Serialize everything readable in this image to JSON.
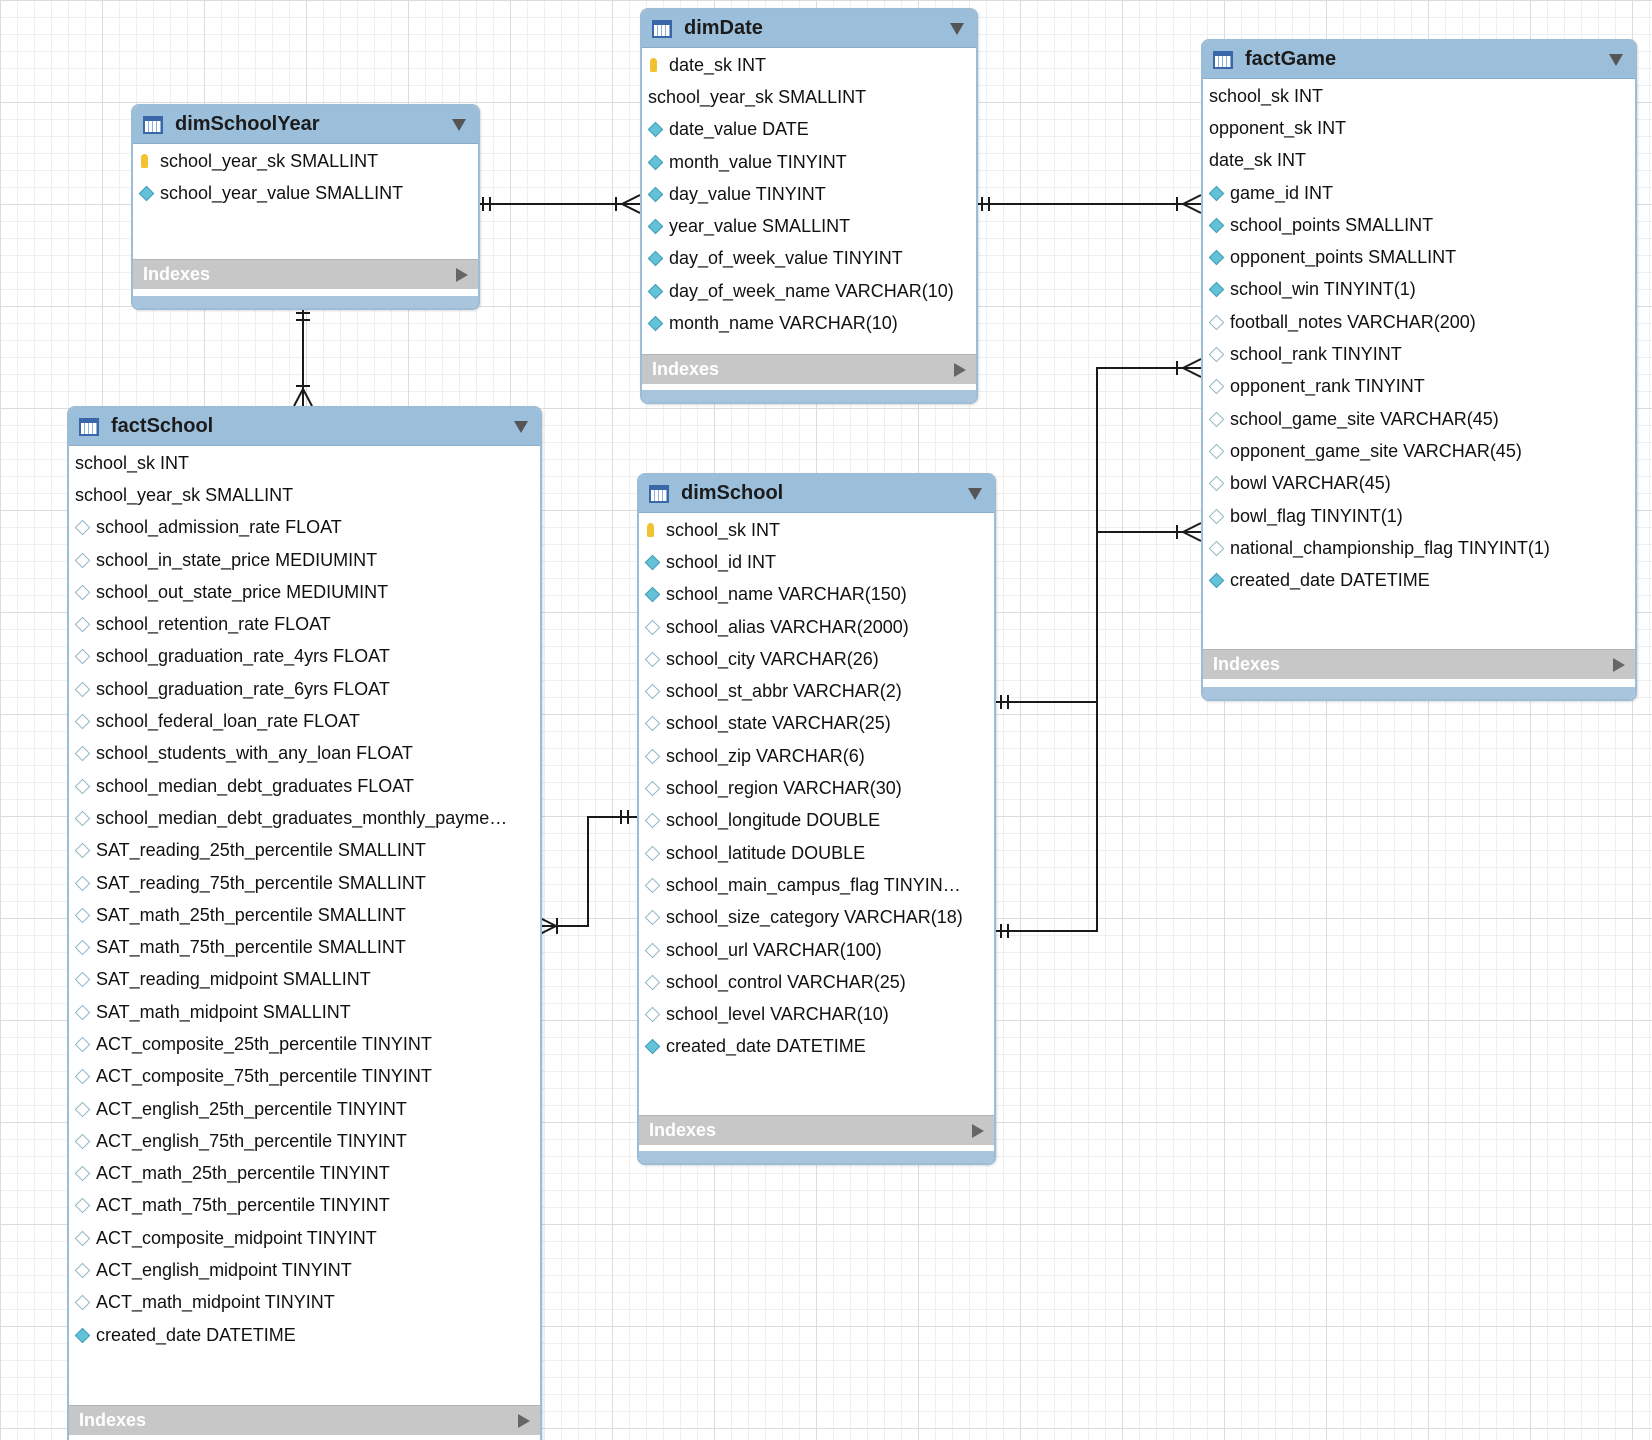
{
  "colors": {
    "header_bg": "#9bbedb",
    "indexes_bg": "#c7c7c7",
    "pk_icon": "#f2c230",
    "fk_diamond": "#63c2d8",
    "connector": "#1a1a1a"
  },
  "entities": [
    {
      "id": "dimSchoolYear",
      "name": "dimSchoolYear",
      "indexes_label": "Indexes",
      "columns": [
        {
          "marker": "pk",
          "text": "school_year_sk SMALLINT"
        },
        {
          "marker": "filled",
          "text": "school_year_value SMALLINT"
        }
      ]
    },
    {
      "id": "dimDate",
      "name": "dimDate",
      "indexes_label": "Indexes",
      "columns": [
        {
          "marker": "pk",
          "text": "date_sk INT"
        },
        {
          "marker": "none",
          "text": "school_year_sk SMALLINT"
        },
        {
          "marker": "filled",
          "text": "date_value DATE"
        },
        {
          "marker": "filled",
          "text": "month_value TINYINT"
        },
        {
          "marker": "filled",
          "text": "day_value TINYINT"
        },
        {
          "marker": "filled",
          "text": "year_value SMALLINT"
        },
        {
          "marker": "filled",
          "text": "day_of_week_value TINYINT"
        },
        {
          "marker": "filled",
          "text": "day_of_week_name VARCHAR(10)"
        },
        {
          "marker": "filled",
          "text": "month_name VARCHAR(10)"
        }
      ]
    },
    {
      "id": "factGame",
      "name": "factGame",
      "indexes_label": "Indexes",
      "columns": [
        {
          "marker": "none",
          "text": "school_sk INT"
        },
        {
          "marker": "none",
          "text": "opponent_sk INT"
        },
        {
          "marker": "none",
          "text": "date_sk INT"
        },
        {
          "marker": "filled",
          "text": "game_id INT"
        },
        {
          "marker": "filled",
          "text": "school_points SMALLINT"
        },
        {
          "marker": "filled",
          "text": "opponent_points SMALLINT"
        },
        {
          "marker": "filled",
          "text": "school_win TINYINT(1)"
        },
        {
          "marker": "empty",
          "text": "football_notes VARCHAR(200)"
        },
        {
          "marker": "empty",
          "text": "school_rank TINYINT"
        },
        {
          "marker": "empty",
          "text": "opponent_rank TINYINT"
        },
        {
          "marker": "empty",
          "text": "school_game_site VARCHAR(45)"
        },
        {
          "marker": "empty",
          "text": "opponent_game_site VARCHAR(45)"
        },
        {
          "marker": "empty",
          "text": "bowl VARCHAR(45)"
        },
        {
          "marker": "empty",
          "text": "bowl_flag TINYINT(1)"
        },
        {
          "marker": "empty",
          "text": "national_championship_flag TINYINT(1)"
        },
        {
          "marker": "filled",
          "text": "created_date DATETIME"
        }
      ]
    },
    {
      "id": "factSchool",
      "name": "factSchool",
      "indexes_label": "Indexes",
      "columns": [
        {
          "marker": "none",
          "text": "school_sk INT"
        },
        {
          "marker": "none",
          "text": "school_year_sk SMALLINT"
        },
        {
          "marker": "empty",
          "text": "school_admission_rate FLOAT"
        },
        {
          "marker": "empty",
          "text": "school_in_state_price MEDIUMINT"
        },
        {
          "marker": "empty",
          "text": "school_out_state_price MEDIUMINT"
        },
        {
          "marker": "empty",
          "text": "school_retention_rate FLOAT"
        },
        {
          "marker": "empty",
          "text": "school_graduation_rate_4yrs FLOAT"
        },
        {
          "marker": "empty",
          "text": "school_graduation_rate_6yrs FLOAT"
        },
        {
          "marker": "empty",
          "text": "school_federal_loan_rate FLOAT"
        },
        {
          "marker": "empty",
          "text": "school_students_with_any_loan FLOAT"
        },
        {
          "marker": "empty",
          "text": "school_median_debt_graduates FLOAT"
        },
        {
          "marker": "empty",
          "text": "school_median_debt_graduates_monthly_payme…"
        },
        {
          "marker": "empty",
          "text": "SAT_reading_25th_percentile SMALLINT"
        },
        {
          "marker": "empty",
          "text": "SAT_reading_75th_percentile SMALLINT"
        },
        {
          "marker": "empty",
          "text": "SAT_math_25th_percentile SMALLINT"
        },
        {
          "marker": "empty",
          "text": "SAT_math_75th_percentile SMALLINT"
        },
        {
          "marker": "empty",
          "text": "SAT_reading_midpoint SMALLINT"
        },
        {
          "marker": "empty",
          "text": "SAT_math_midpoint SMALLINT"
        },
        {
          "marker": "empty",
          "text": "ACT_composite_25th_percentile TINYINT"
        },
        {
          "marker": "empty",
          "text": "ACT_composite_75th_percentile TINYINT"
        },
        {
          "marker": "empty",
          "text": "ACT_english_25th_percentile TINYINT"
        },
        {
          "marker": "empty",
          "text": "ACT_english_75th_percentile TINYINT"
        },
        {
          "marker": "empty",
          "text": "ACT_math_25th_percentile TINYINT"
        },
        {
          "marker": "empty",
          "text": "ACT_math_75th_percentile TINYINT"
        },
        {
          "marker": "empty",
          "text": "ACT_composite_midpoint TINYINT"
        },
        {
          "marker": "empty",
          "text": "ACT_english_midpoint TINYINT"
        },
        {
          "marker": "empty",
          "text": "ACT_math_midpoint TINYINT"
        },
        {
          "marker": "filled",
          "text": "created_date DATETIME"
        }
      ]
    },
    {
      "id": "dimSchool",
      "name": "dimSchool",
      "indexes_label": "Indexes",
      "columns": [
        {
          "marker": "pk",
          "text": "school_sk INT"
        },
        {
          "marker": "filled",
          "text": "school_id INT"
        },
        {
          "marker": "filled",
          "text": "school_name VARCHAR(150)"
        },
        {
          "marker": "empty",
          "text": "school_alias VARCHAR(2000)"
        },
        {
          "marker": "empty",
          "text": "school_city VARCHAR(26)"
        },
        {
          "marker": "empty",
          "text": "school_st_abbr VARCHAR(2)"
        },
        {
          "marker": "empty",
          "text": "school_state VARCHAR(25)"
        },
        {
          "marker": "empty",
          "text": "school_zip VARCHAR(6)"
        },
        {
          "marker": "empty",
          "text": "school_region VARCHAR(30)"
        },
        {
          "marker": "empty",
          "text": "school_longitude DOUBLE"
        },
        {
          "marker": "empty",
          "text": "school_latitude DOUBLE"
        },
        {
          "marker": "empty",
          "text": "school_main_campus_flag TINYIN…"
        },
        {
          "marker": "empty",
          "text": "school_size_category VARCHAR(18)"
        },
        {
          "marker": "empty",
          "text": "school_url VARCHAR(100)"
        },
        {
          "marker": "empty",
          "text": "school_control VARCHAR(25)"
        },
        {
          "marker": "empty",
          "text": "school_level VARCHAR(10)"
        },
        {
          "marker": "filled",
          "text": "created_date DATETIME"
        }
      ]
    }
  ],
  "relationships": [
    {
      "id": "dimSchoolYear-dimDate",
      "from": "dimSchoolYear",
      "to": "dimDate",
      "cardinality": "one-to-many"
    },
    {
      "id": "dimDate-factGame",
      "from": "dimDate",
      "to": "factGame",
      "cardinality": "one-to-many"
    },
    {
      "id": "dimSchoolYear-factSchool",
      "from": "dimSchoolYear",
      "to": "factSchool",
      "cardinality": "one-to-many"
    },
    {
      "id": "dimSchool-factSchool",
      "from": "dimSchool",
      "to": "factSchool",
      "cardinality": "one-to-many"
    },
    {
      "id": "dimSchool-factGame-school",
      "from": "dimSchool",
      "to": "factGame",
      "cardinality": "one-to-many"
    },
    {
      "id": "dimSchool-factGame-opponent",
      "from": "dimSchool",
      "to": "factGame",
      "cardinality": "one-to-many"
    }
  ]
}
